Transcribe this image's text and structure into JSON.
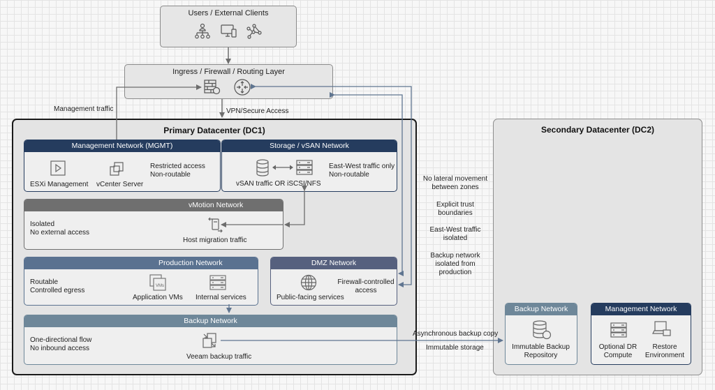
{
  "users": {
    "title": "Users / External Clients",
    "icons": [
      "org-hierarchy-icon",
      "desktop-mobile-icon",
      "network-graph-icon"
    ]
  },
  "ingress": {
    "title": "Ingress / Firewall / Routing Layer",
    "icons": [
      "firewall-icon",
      "router-icon"
    ]
  },
  "labels": {
    "management_traffic": "Management traffic",
    "vpn": "VPN/Secure Access",
    "async_copy": "Asynchronous backup copy",
    "immutable_storage": "Immutable storage"
  },
  "principles": [
    "No lateral movement\nbetween zones",
    "Explicit trust\nboundaries",
    "East-West traffic\nisolated",
    "Backup network\nisolated from\nproduction"
  ],
  "dc1": {
    "title": "Primary Datacenter (DC1)",
    "mgmt": {
      "title": "Management Network (MGMT)",
      "esxi": "ESXi Management",
      "vcenter": "vCenter Server",
      "note1": "Restricted access",
      "note2": "Non-routable"
    },
    "storage": {
      "title": "Storage / vSAN Network",
      "caption": "vSAN traffic OR iSCSI/NFS",
      "note1": "East-West traffic only",
      "note2": "Non-routable"
    },
    "vmotion": {
      "title": "vMotion Network",
      "note1": "Isolated",
      "note2": "No external access",
      "caption": "Host migration traffic"
    },
    "production": {
      "title": "Production Network",
      "note1": "Routable",
      "note2": "Controlled egress",
      "vms": "Application VMs",
      "vms_badge": "VMs",
      "services": "Internal services"
    },
    "dmz": {
      "title": "DMZ Network",
      "caption": "Public-facing services",
      "note1": "Firewall-controlled",
      "note2": "access"
    },
    "backup": {
      "title": "Backup Network",
      "note1": "One-directional flow",
      "note2": "No inbound access",
      "caption": "Veeam backup traffic"
    }
  },
  "dc2": {
    "title": "Secondary Datacenter (DC2)",
    "backup": {
      "title": "Backup Network",
      "caption1": "Immutable Backup",
      "caption2": "Repository"
    },
    "mgmt": {
      "title": "Management Network",
      "compute1": "Optional DR",
      "compute2": "Compute",
      "restore1": "Restore",
      "restore2": "Environment"
    }
  },
  "colors": {
    "navy": "#253c5e",
    "gray": "#6f6f6f",
    "slate": "#5a7290",
    "indigo": "#56607e",
    "steel": "#6e8799",
    "arrow_gray": "#6d6d6d",
    "arrow_blue": "#5f7590"
  }
}
